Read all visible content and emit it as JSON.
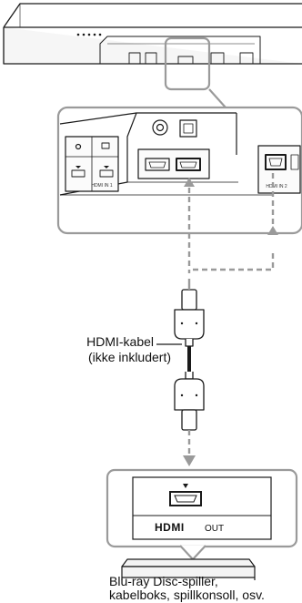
{
  "cable": {
    "name": "HDMI-kabel",
    "note": "(ikke inkludert)"
  },
  "ports": {
    "hdmi_in_1": "HDMI IN 1",
    "hdmi_in_2": "HDMI IN 2",
    "device_logo": "HDMI",
    "device_port_label": "OUT"
  },
  "device": {
    "line1": "Blu-ray Disc-spiller,",
    "line2": "kabelboks, spillkonsoll, osv."
  },
  "colors": {
    "outline": "#1a1a1a",
    "connector_gray": "#9a9a9a"
  }
}
